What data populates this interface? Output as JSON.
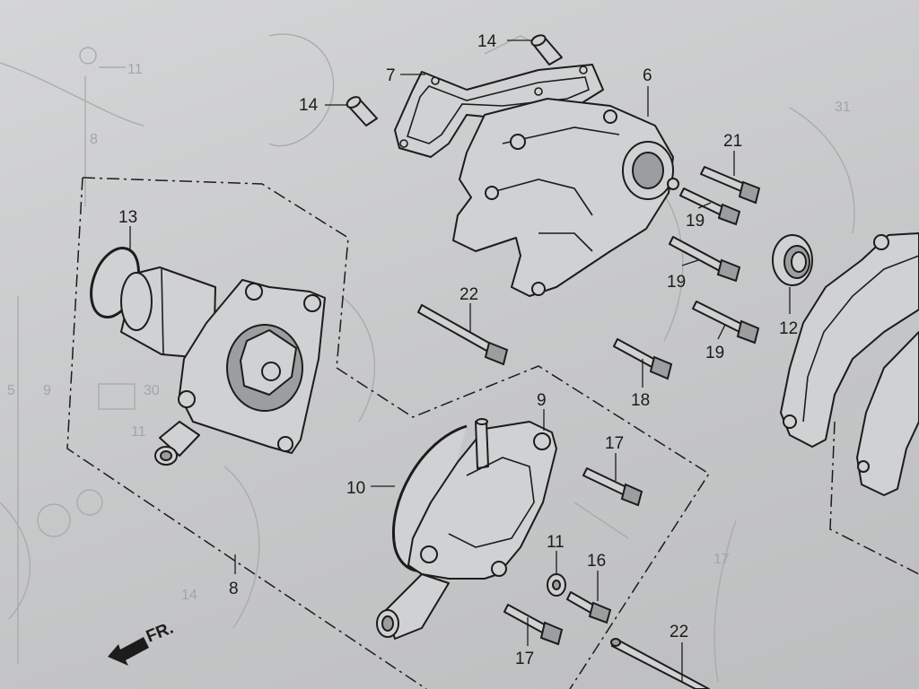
{
  "diagram": {
    "orientation_label": "FR.",
    "callouts": {
      "c14a": "14",
      "c14b": "14",
      "c7": "7",
      "c6": "6",
      "c21": "21",
      "c19a": "19",
      "c19b": "19",
      "c19c": "19",
      "c13": "13",
      "c22a": "22",
      "c12": "12",
      "c18": "18",
      "c9": "9",
      "c17a": "17",
      "c10": "10",
      "c11": "11",
      "c16": "16",
      "c8": "8",
      "c17b": "17",
      "c22b": "22"
    },
    "background_ghost_labels": {
      "g11": "11",
      "g8": "8",
      "g5": "5",
      "g9": "9",
      "g30": "30",
      "g11b": "11",
      "g17": "17",
      "g14": "14",
      "g31": "31"
    }
  },
  "colors": {
    "paper": "#c9cacb",
    "ink": "#1c1c1c",
    "ghost_ink": "#a9abad"
  }
}
